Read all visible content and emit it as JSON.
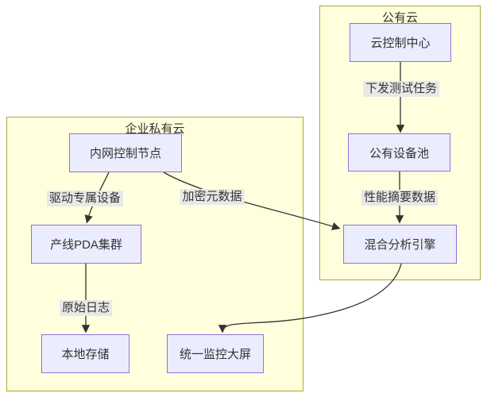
{
  "diagram": {
    "type": "flowchart",
    "clusters": [
      {
        "id": "public-cloud",
        "label": "公有云"
      },
      {
        "id": "private-cloud",
        "label": "企业私有云"
      }
    ],
    "nodes": [
      {
        "id": "cloud-control-center",
        "label": "云控制中心",
        "cluster": "公有云"
      },
      {
        "id": "public-device-pool",
        "label": "公有设备池",
        "cluster": "公有云"
      },
      {
        "id": "hybrid-analysis-engine",
        "label": "混合分析引擎",
        "cluster": "公有云"
      },
      {
        "id": "intranet-control-node",
        "label": "内网控制节点",
        "cluster": "企业私有云"
      },
      {
        "id": "production-pda-cluster",
        "label": "产线PDA集群",
        "cluster": "企业私有云"
      },
      {
        "id": "local-storage",
        "label": "本地存储",
        "cluster": "企业私有云"
      },
      {
        "id": "unified-monitor-screen",
        "label": "统一监控大屏",
        "cluster": "企业私有云"
      }
    ],
    "edges": [
      {
        "from": "云控制中心",
        "to": "公有设备池",
        "label": "下发测试任务"
      },
      {
        "from": "公有设备池",
        "to": "混合分析引擎",
        "label": "性能摘要数据"
      },
      {
        "from": "内网控制节点",
        "to": "产线PDA集群",
        "label": "驱动专属设备"
      },
      {
        "from": "内网控制节点",
        "to": "混合分析引擎",
        "label": "加密元数据"
      },
      {
        "from": "产线PDA集群",
        "to": "本地存储",
        "label": "原始日志"
      },
      {
        "from": "混合分析引擎",
        "to": "统一监控大屏",
        "label": ""
      }
    ],
    "colors": {
      "node_fill": "#ECECFF",
      "node_border": "#9370DB",
      "cluster_fill": "#ffffde",
      "cluster_border": "#aaaa33",
      "edge": "#333333",
      "edge_label_bg": "#e8e8e8",
      "text": "#333333",
      "background": "#ffffff"
    }
  }
}
